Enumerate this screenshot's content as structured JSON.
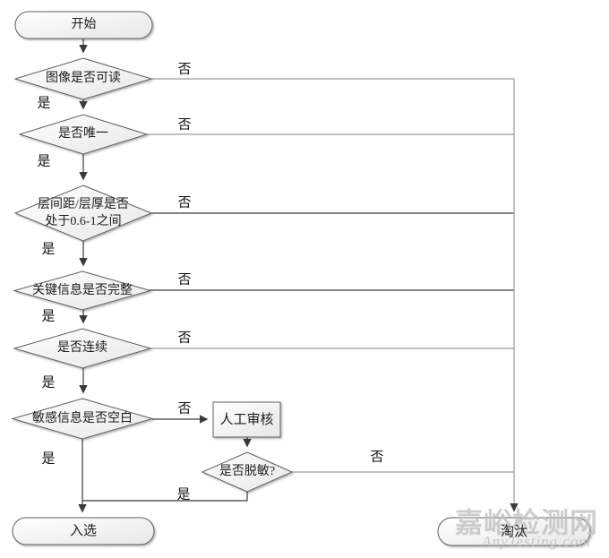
{
  "flow": {
    "start": {
      "label": "开始"
    },
    "decisions": [
      {
        "label": "图像是否可读"
      },
      {
        "label": "是否唯一"
      },
      {
        "line1": "层间距/层厚是否",
        "line2": "处于0.6-1之间"
      },
      {
        "label": "关键信息是否完整"
      },
      {
        "label": "是否连续"
      },
      {
        "label": "敏感信息是否空白"
      },
      {
        "label": "是否脱敏?"
      }
    ],
    "process": {
      "label": "人工审核"
    },
    "outcomes": {
      "selected": "入选",
      "rejected": "淘汰"
    },
    "edge_labels": {
      "yes": "是",
      "no": "否"
    }
  },
  "watermark": {
    "site_cn": "嘉峪检测网",
    "site_en": "AnyTesting.com"
  },
  "colors": {
    "shape_border": "#5f5f5f",
    "shape_fill_top": "#ffffff",
    "shape_fill_bottom": "#e7e7e7",
    "connector_gray": "#9a9a9a",
    "connector_dark": "#3a3a3a",
    "text": "#1c1c1c",
    "watermark": "#c2c2c2"
  }
}
